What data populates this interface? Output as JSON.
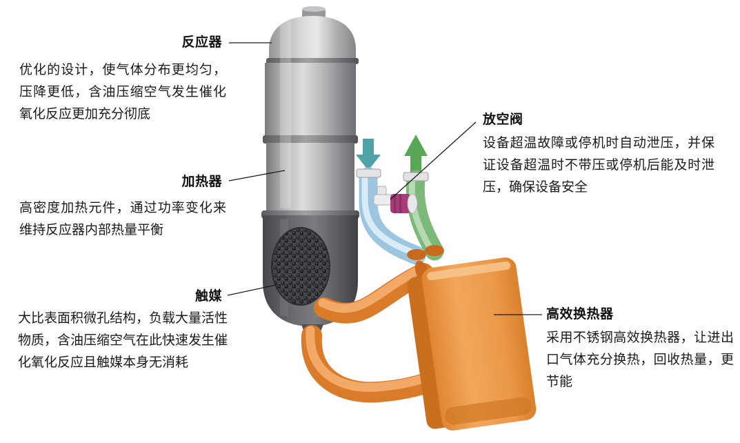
{
  "callouts": {
    "reactor": {
      "title": "反应器",
      "body": "优化的设计，使气体分布更均匀，压降更低，含油压缩空气发生催化氧化反应更加充分彻底"
    },
    "heater": {
      "title": "加热器",
      "body": "高密度加热元件，通过功率变化来维持反应器内部热量平衡"
    },
    "catalyst": {
      "title": "触媒",
      "body": "大比表面积微孔结构，负载大量活性物质，含油压缩空气在此快速发生催化氧化反应且触媒本身无消耗"
    },
    "vent_valve": {
      "title": "放空阀",
      "body": "设备超温故障或停机时自动泄压，并保证设备超温时不带压或停机后能及时泄压，确保设备安全"
    },
    "heat_exchanger": {
      "title": "高效换热器",
      "body": "采用不锈钢高效换热器，让进出口气体充分换热，回收热量，更节能"
    }
  },
  "diagram": {
    "parts": {
      "reactor_vessel": "反应器",
      "heater_section": "加热器",
      "catalyst_patch": "触媒",
      "vent_valve": "放空阀",
      "heat_exchanger": "高效换热器",
      "inlet_arrow": "down-arrow",
      "outlet_arrow": "up-arrow"
    },
    "colors": {
      "pipe_orange": "#d97b28",
      "exchanger_orange": "#ec9c4e",
      "pipe_blue": "#9cc5df",
      "pipe_green": "#7cb878",
      "arrow_teal": "#4fa3a6",
      "arrow_green": "#57a756",
      "valve_magenta": "#a63c78",
      "steel_light": "#c9c9cb",
      "steel_dark": "#55555a",
      "text": "#1a1a1a",
      "background": "#ffffff"
    }
  }
}
